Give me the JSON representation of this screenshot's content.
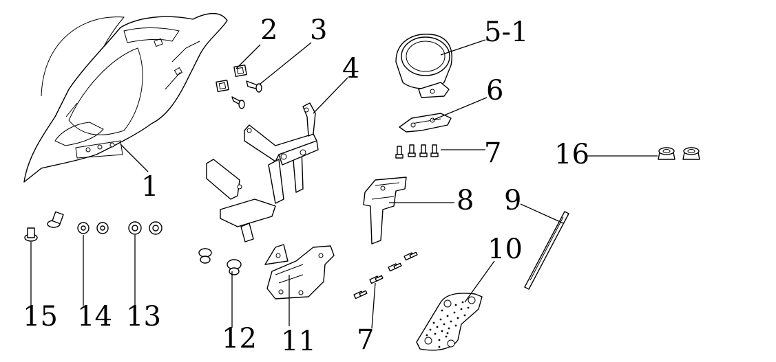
{
  "diagram": {
    "labels": {
      "p1": "1",
      "p2": "2",
      "p3": "3",
      "p4": "4",
      "p5_1": "5-1",
      "p6": "6",
      "p7a": "7",
      "p7b": "7",
      "p8": "8",
      "p9": "9",
      "p10": "10",
      "p11": "11",
      "p12": "12",
      "p13": "13",
      "p14": "14",
      "p15": "15",
      "p16": "16"
    }
  }
}
